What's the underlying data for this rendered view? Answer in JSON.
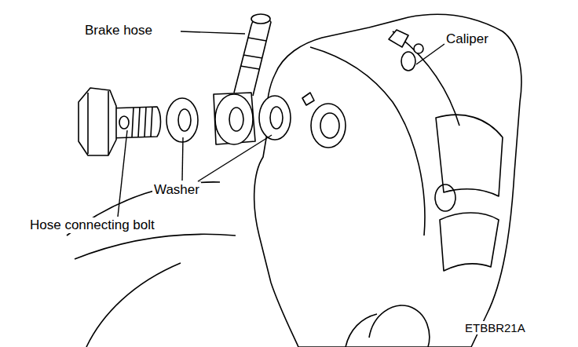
{
  "diagram": {
    "labels": [
      "Brake hose",
      "Caliper",
      "Washer",
      "Hose connecting bolt",
      "ETBBR21A"
    ]
  }
}
